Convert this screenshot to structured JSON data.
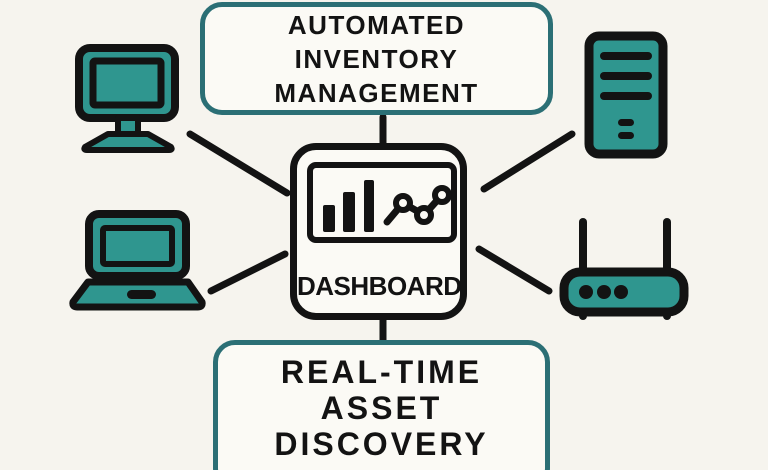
{
  "diagram": {
    "type": "hub-and-spoke",
    "center_label": "DASHBOARD",
    "top_label": "AUTOMATED\nINVENTORY\nMANAGEMENT",
    "bottom_label": "REAL-TIME\nASSET\nDISCOVERY",
    "edges": [
      {
        "from": "dashboard",
        "to": "automated-inventory-management"
      },
      {
        "from": "dashboard",
        "to": "real-time-asset-discovery"
      },
      {
        "from": "dashboard",
        "to": "desktop-computer"
      },
      {
        "from": "dashboard",
        "to": "laptop"
      },
      {
        "from": "dashboard",
        "to": "server-tower"
      },
      {
        "from": "dashboard",
        "to": "wifi-router"
      }
    ],
    "icons": [
      "desktop-computer-icon",
      "laptop-icon",
      "server-tower-icon",
      "wifi-router-icon",
      "bar-chart-icon",
      "line-graph-icon"
    ]
  },
  "colors": {
    "background": "#f6f4ee",
    "surface": "#fbfaf5",
    "teal": "#2f968f",
    "teal_border": "#2b6f75",
    "ink": "#131313"
  }
}
